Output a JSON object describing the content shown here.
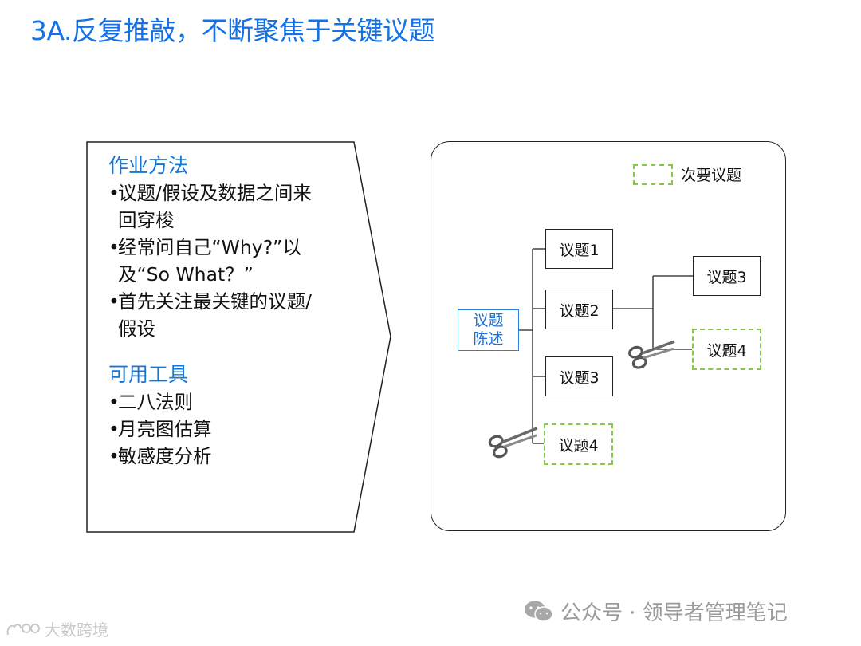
{
  "title": "3A.反复推敲，不断聚焦于关键议题",
  "method_panel": {
    "heading_method": "作业方法",
    "method_items": [
      [
        "议题/假设及数据之间来",
        "回穿梭"
      ],
      [
        "经常问自己“Why?”以",
        "及“So What？”"
      ],
      [
        "首先关注最关键的议题/",
        "假设"
      ]
    ],
    "heading_tools": "可用工具",
    "tool_items": [
      "二八法则",
      "月亮图估算",
      "敏感度分析"
    ]
  },
  "issue_tree": {
    "legend_label": "次要议题",
    "root_line1": "议题",
    "root_line2": "陈述",
    "branch_1": "议题1",
    "branch_2": "议题2",
    "branch_3": "议题3",
    "branch_4": "议题4",
    "sub_3": "议题3",
    "sub_4": "议题4",
    "colors": {
      "primary_border": "#222222",
      "root_border": "#2f7fd8",
      "secondary_dashed": "#86c84a"
    },
    "icons": [
      "scissors-icon",
      "scissors-icon"
    ]
  },
  "watermarks": {
    "right_text": "公众号 · 领导者管理笔记",
    "left_text": "大数跨境"
  }
}
